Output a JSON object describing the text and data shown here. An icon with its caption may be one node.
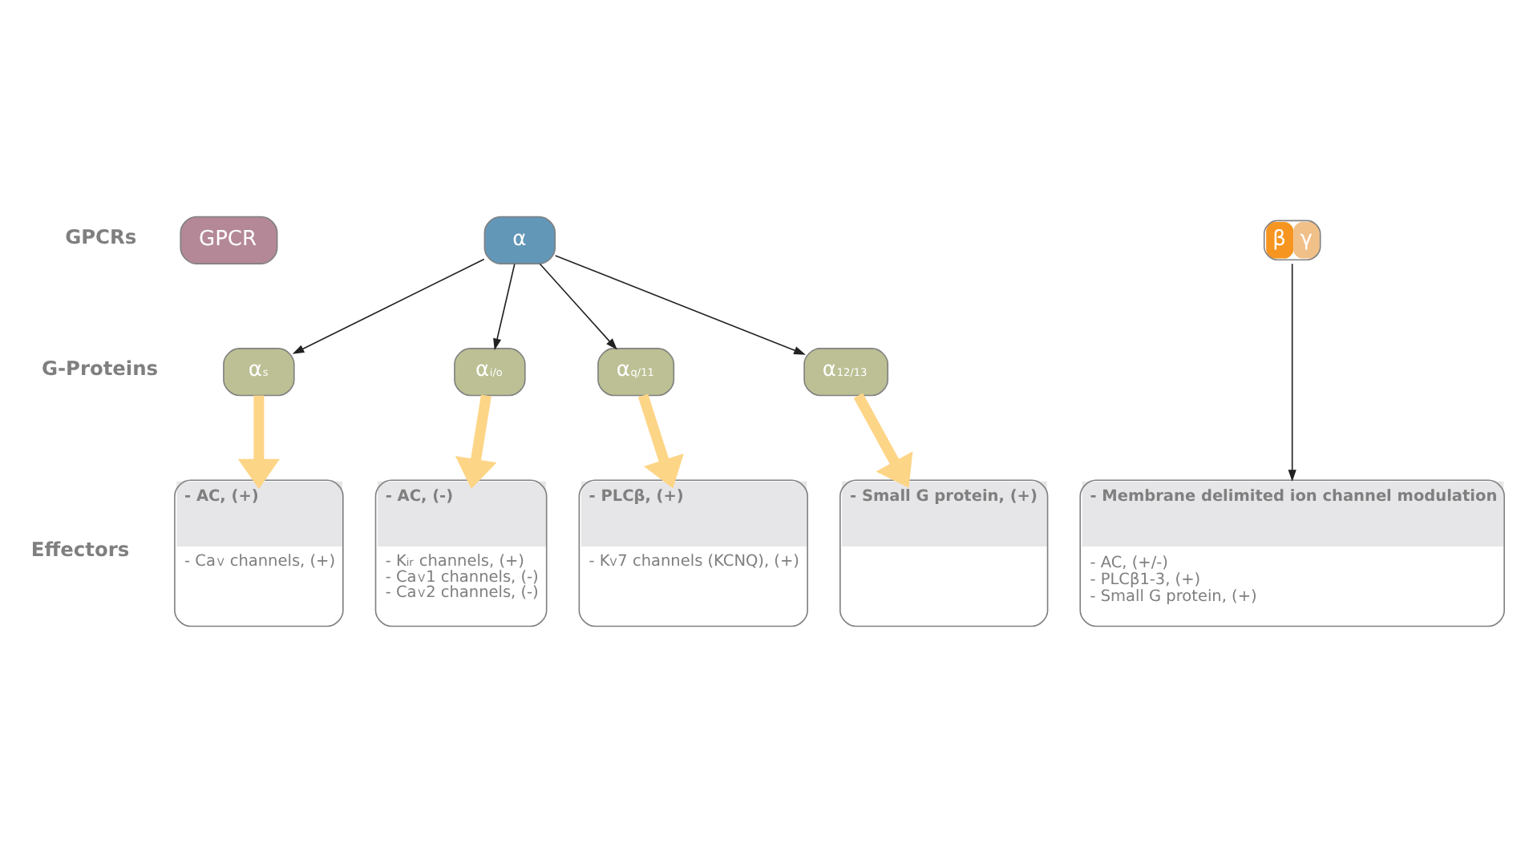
{
  "diagram": {
    "nodes": [
      {
        "text": [
          "GPCR"
        ]
      },
      {
        "text": [
          "α"
        ]
      },
      {
        "text": [
          "β",
          "γ"
        ]
      },
      {
        "text": [
          "α$_{s}$"
        ]
      },
      {
        "text": [
          "α$_{i/o}$"
        ]
      },
      {
        "text": [
          "α$_{q/11}$"
        ]
      },
      {
        "text": [
          "α$_{12/13}$"
        ]
      },
      {
        "text": [
          "- AC, (+)",
          "- Ca$_{V}$ channels, (+)"
        ]
      },
      {
        "text": [
          "- AC, (-)",
          "- K$_{ir}$ channels, (+)",
          "- Ca$_{V}$1 channels, (-)",
          "- Ca$_{V}$2 channels, (-)"
        ]
      },
      {
        "text": [
          "- PLCβ, (+)",
          "- K$_{V}$7 channels (KCNQ), (+)"
        ]
      },
      {
        "text": [
          "- Small G protein, (+)"
        ]
      },
      {
        "text": [
          "- Membrane delimited ion channel modulation",
          "- AC, (+/-)",
          "- PLCβ1-3, (+)",
          "- Small G protein, (+)"
        ]
      }
    ],
    "edges": [
      {
        "from": 1,
        "to": 3,
        "arrow": "to"
      },
      {
        "from": 1,
        "to": 4,
        "arrow": "to"
      },
      {
        "from": 1,
        "to": 5,
        "arrow": "to"
      },
      {
        "from": 1,
        "to": 6,
        "arrow": "to"
      },
      {
        "from": 2,
        "to": 11,
        "arrow": "to"
      },
      {
        "from": 3,
        "to": 7,
        "arrow": "to",
        "style": "thick",
        "color": "#fdd587"
      },
      {
        "from": 4,
        "to": 8,
        "arrow": "to",
        "style": "thick",
        "color": "#fdd587"
      },
      {
        "from": 5,
        "to": 9,
        "arrow": "to",
        "style": "thick",
        "color": "#fdd587"
      },
      {
        "from": 6,
        "to": 10,
        "arrow": "to",
        "style": "thick",
        "color": "#fdd587"
      }
    ],
    "labels": [
      "GPCRs",
      "G-Proteins",
      "Effectors"
    ]
  }
}
